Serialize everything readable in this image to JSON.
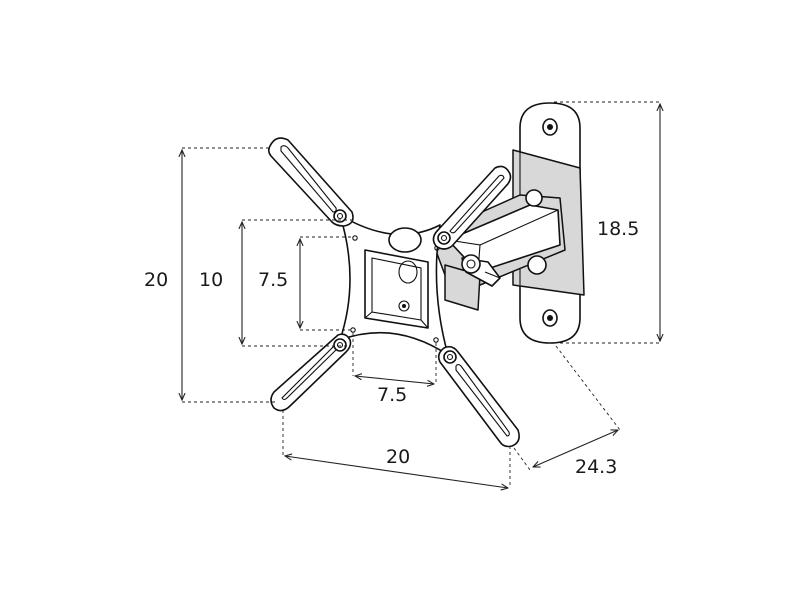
{
  "dimensions": {
    "overall_height": "20",
    "inner_height_10": "10",
    "inner_height_7_5": "7.5",
    "inner_width_7_5": "7.5",
    "overall_width": "20",
    "depth": "24.3",
    "wall_plate_height": "18.5"
  }
}
